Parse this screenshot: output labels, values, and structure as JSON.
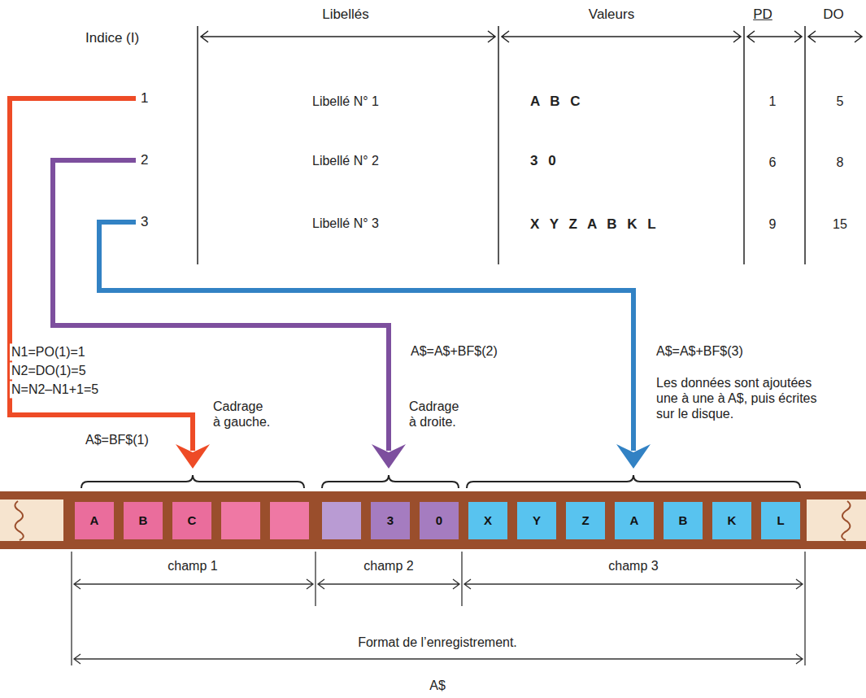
{
  "diagram": {
    "nodes": [
      {
        "text": [
          "1"
        ]
      },
      {
        "text": [
          "2"
        ]
      },
      {
        "text": [
          "3"
        ]
      },
      {
        "text": [
          "champ 1"
        ]
      },
      {
        "text": [
          "A"
        ],
        "in": 3
      },
      {
        "text": [
          "B"
        ],
        "in": 3
      },
      {
        "text": [
          "C"
        ],
        "in": 3
      },
      {
        "text": [
          "champ 2"
        ]
      },
      {
        "text": [
          "3"
        ],
        "in": 7
      },
      {
        "text": [
          "0"
        ],
        "in": 7
      },
      {
        "text": [
          "champ 3"
        ]
      },
      {
        "text": [
          "X"
        ],
        "in": 10
      },
      {
        "text": [
          "Y"
        ],
        "in": 10
      },
      {
        "text": [
          "Z"
        ],
        "in": 10
      },
      {
        "text": [
          "A"
        ],
        "in": 10
      },
      {
        "text": [
          "B"
        ],
        "in": 10
      },
      {
        "text": [
          "K"
        ],
        "in": 10
      },
      {
        "text": [
          "L"
        ],
        "in": 10
      }
    ],
    "edges": [
      {
        "from": 0,
        "to": 3,
        "arrow": "to"
      },
      {
        "from": 1,
        "to": 7,
        "arrow": "to"
      },
      {
        "from": 2,
        "to": 10,
        "arrow": "to"
      }
    ],
    "labels": [
      "Indice (I)",
      "Libellés",
      "Valeurs",
      "PD",
      "DO",
      "Libellé N° 1",
      "A B C",
      "1",
      "5",
      "Libellé N° 2",
      "3 0",
      "6",
      "8",
      "Libellé N° 3",
      "X Y Z A B K L",
      "9",
      "15",
      "N1=PO(1)=1",
      "N2=DO(1)=5",
      "N=N2–N1+1=5",
      "A$=BF$(1)",
      "Cadrage à gauche.",
      "A$=A$+BF$(2)",
      "Cadrage à droite.",
      "A$=A$+BF$(3)",
      "Les données sont ajoutées une à une à A$, puis écrites sur le disque.",
      "Format de l’enregistrement.",
      "A$"
    ]
  }
}
